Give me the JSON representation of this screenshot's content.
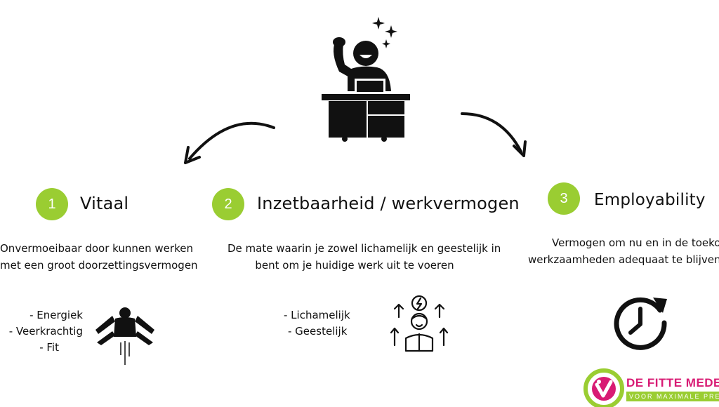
{
  "items": [
    {
      "number": "1",
      "title": "Vitaal",
      "desc_line1": "Onvermoeibaar door kunnen werken",
      "desc_line2": "met een groot doorzettingsvermogen",
      "bullets": [
        "- Energiek",
        "- Veerkrachtig",
        "- Fit"
      ]
    },
    {
      "number": "2",
      "title": "Inzetbaarheid / werkvermogen",
      "desc_line1": "De mate waarin je zowel lichamelijk en geestelijk in",
      "desc_line2": "bent om je huidige werk uit te voeren",
      "bullets": [
        "- Lichamelijk",
        "- Geestelijk"
      ]
    },
    {
      "number": "3",
      "title": "Employability",
      "desc_line1": "Vermogen om nu en in de toekoms",
      "desc_line2": "werkzaamheden adequaat te blijven ver"
    }
  ],
  "logo": {
    "name": "DE FITTE MEDEWER",
    "tagline": "VOOR MAXIMALE PRESTI"
  },
  "colors": {
    "accent": "#9acd32",
    "logo_pink": "#d81b74",
    "text": "#111111"
  }
}
